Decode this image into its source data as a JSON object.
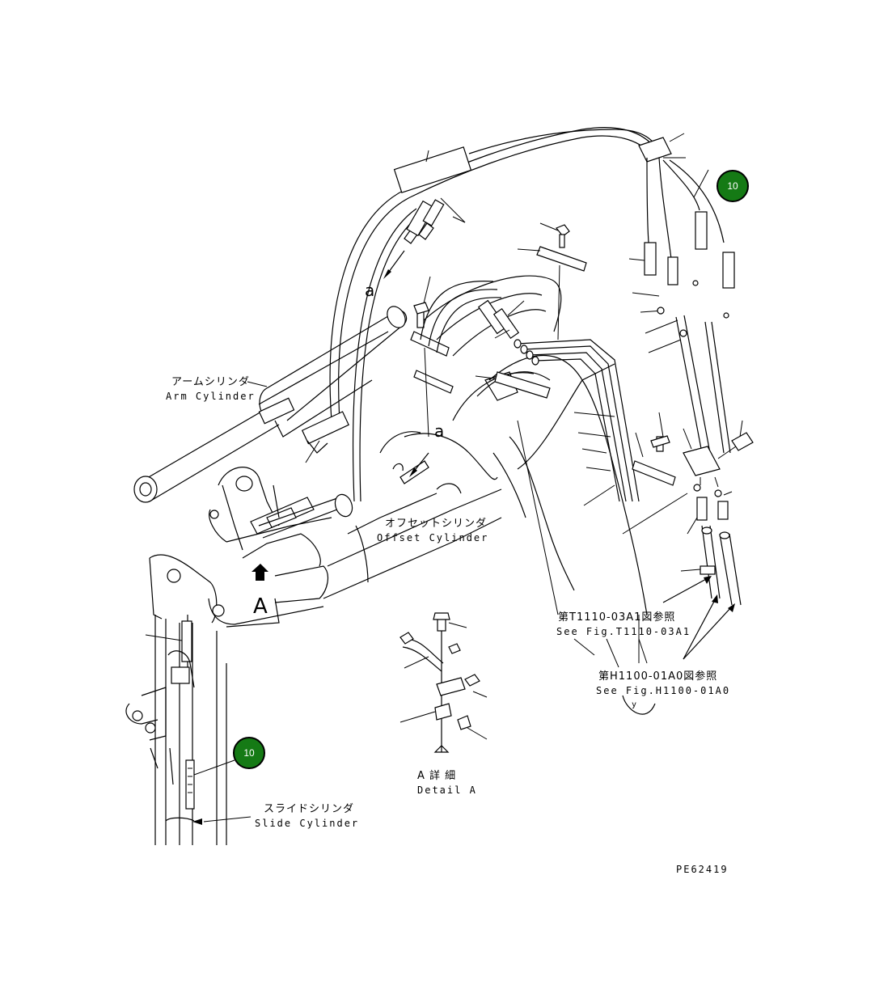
{
  "labels": {
    "arm_cylinder_jp": "アームシリンダ",
    "arm_cylinder_en": "Arm Cylinder",
    "offset_cylinder_jp": "オフセットシリンダ",
    "offset_cylinder_en": "Offset Cylinder",
    "slide_cylinder_jp": "スライドシリンダ",
    "slide_cylinder_en": "Slide Cylinder",
    "see_t1110_jp": "第T1110-03A1図参照",
    "see_t1110_en": "See Fig.T1110-03A1",
    "see_h1100_jp": "第H1100-01A0図参照",
    "see_h1100_en": "See Fig.H1100-01A0",
    "detail_a_jp": "A 詳 細",
    "detail_a_en": "Detail A",
    "view_a": "A",
    "ref_a_upper": "a",
    "ref_a_lower": "a",
    "ref_y": "y",
    "drawing_number": "PE62419"
  },
  "callouts": [
    {
      "id": "callout-upper-right",
      "number": "10",
      "color": "#157a15"
    },
    {
      "id": "callout-lower-left",
      "number": "10",
      "color": "#157a15"
    }
  ],
  "colors": {
    "line": "#000000",
    "background": "#ffffff",
    "callout": "#157a15"
  }
}
